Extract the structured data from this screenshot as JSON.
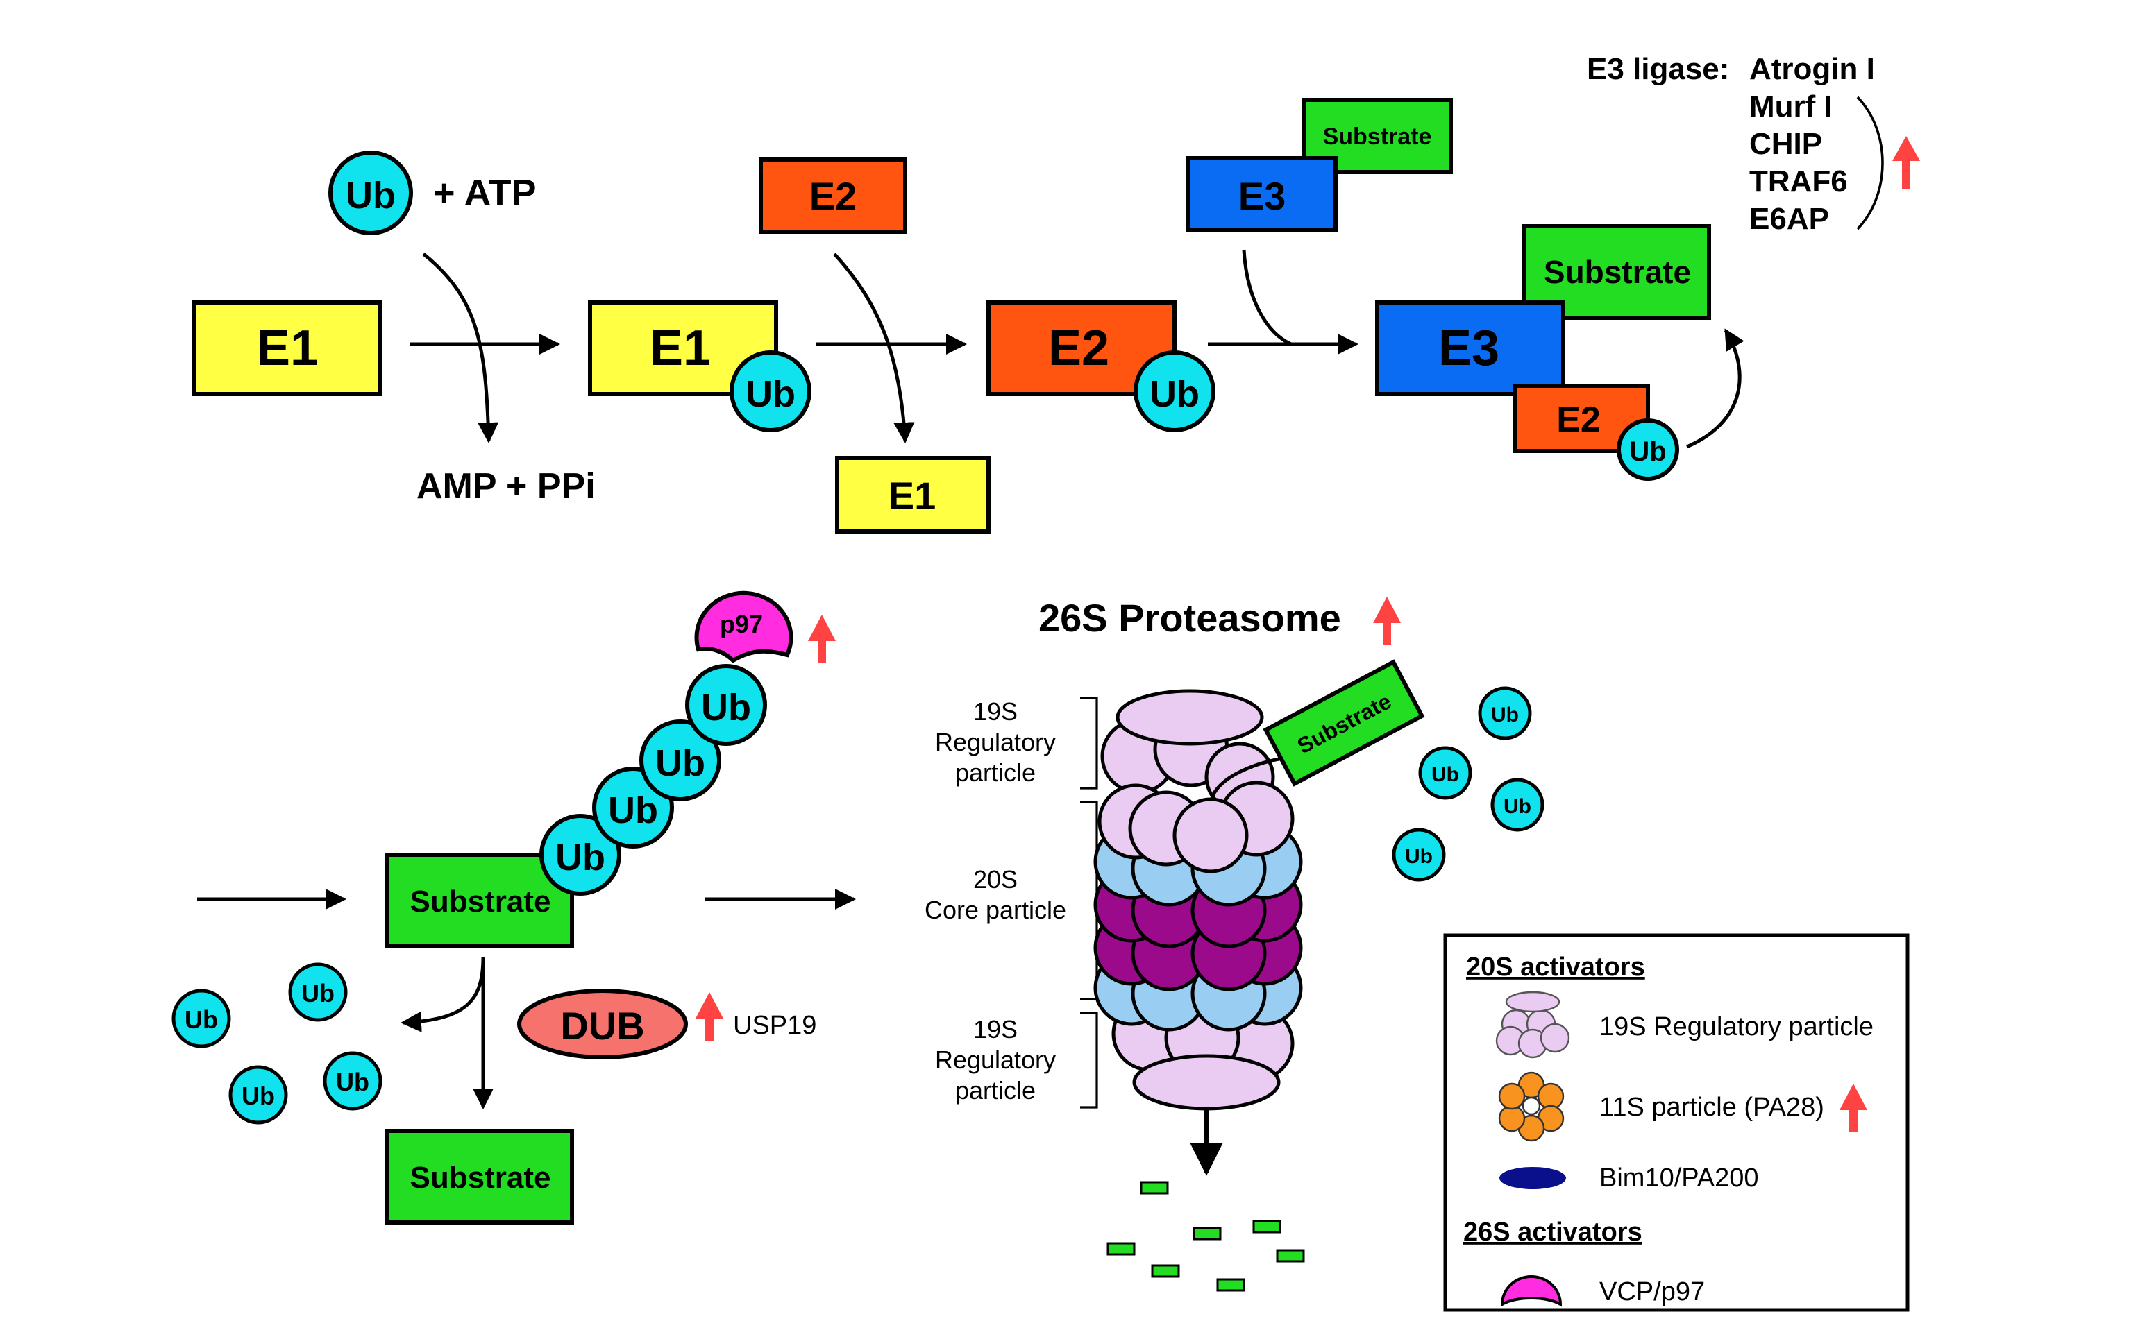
{
  "colors": {
    "yellow": "#ffff44",
    "orange": "#ff5511",
    "blue": "#0a6cf2",
    "green": "#22dd22",
    "cyan": "#11e3ee",
    "magenta": "#ff2ddf",
    "lavender": "#eaccf2",
    "light_blue": "#99cdf2",
    "purple": "#9b0a8a",
    "salmon": "#f5726d",
    "red_arrow": "#ff4242",
    "pa28_orange": "#f7931e",
    "navy": "#0a0f8c"
  },
  "cascade": {
    "e1_start": "E1",
    "ub": "Ub",
    "plus_atp": "+ ATP",
    "amp_ppi": "AMP + PPi",
    "e1_loaded": "E1",
    "e2_in": "E2",
    "e2_loaded": "E2",
    "e1_released": "E1",
    "e3_in": "E3",
    "substrate_in": "Substrate",
    "e3_complex": "E3",
    "substrate_complex": "Substrate",
    "e2_complex": "E2"
  },
  "e3_ligases": {
    "label": "E3 ligase:",
    "items": [
      "Atrogin I",
      "Murf I",
      "CHIP",
      "TRAF6",
      "E6AP"
    ]
  },
  "chain": {
    "substrate": "Substrate",
    "p97": "p97",
    "dub": "DUB",
    "usp19": "USP19",
    "substrate_free": "Substrate"
  },
  "proteasome": {
    "title": "26S Proteasome",
    "substrate": "Substrate",
    "labels": {
      "top_19s": [
        "19S",
        "Regulatory",
        "particle"
      ],
      "core_20s": [
        "20S",
        "Core particle"
      ],
      "bottom_19s": [
        "19S",
        "Regulatory",
        "particle"
      ]
    }
  },
  "legend": {
    "header_20s": "20S activators",
    "item_19s": "19S Regulatory particle",
    "item_11s": "11S particle (PA28)",
    "item_bim10": "Bim10/PA200",
    "header_26s": "26S activators",
    "item_vcp": "VCP/p97"
  }
}
